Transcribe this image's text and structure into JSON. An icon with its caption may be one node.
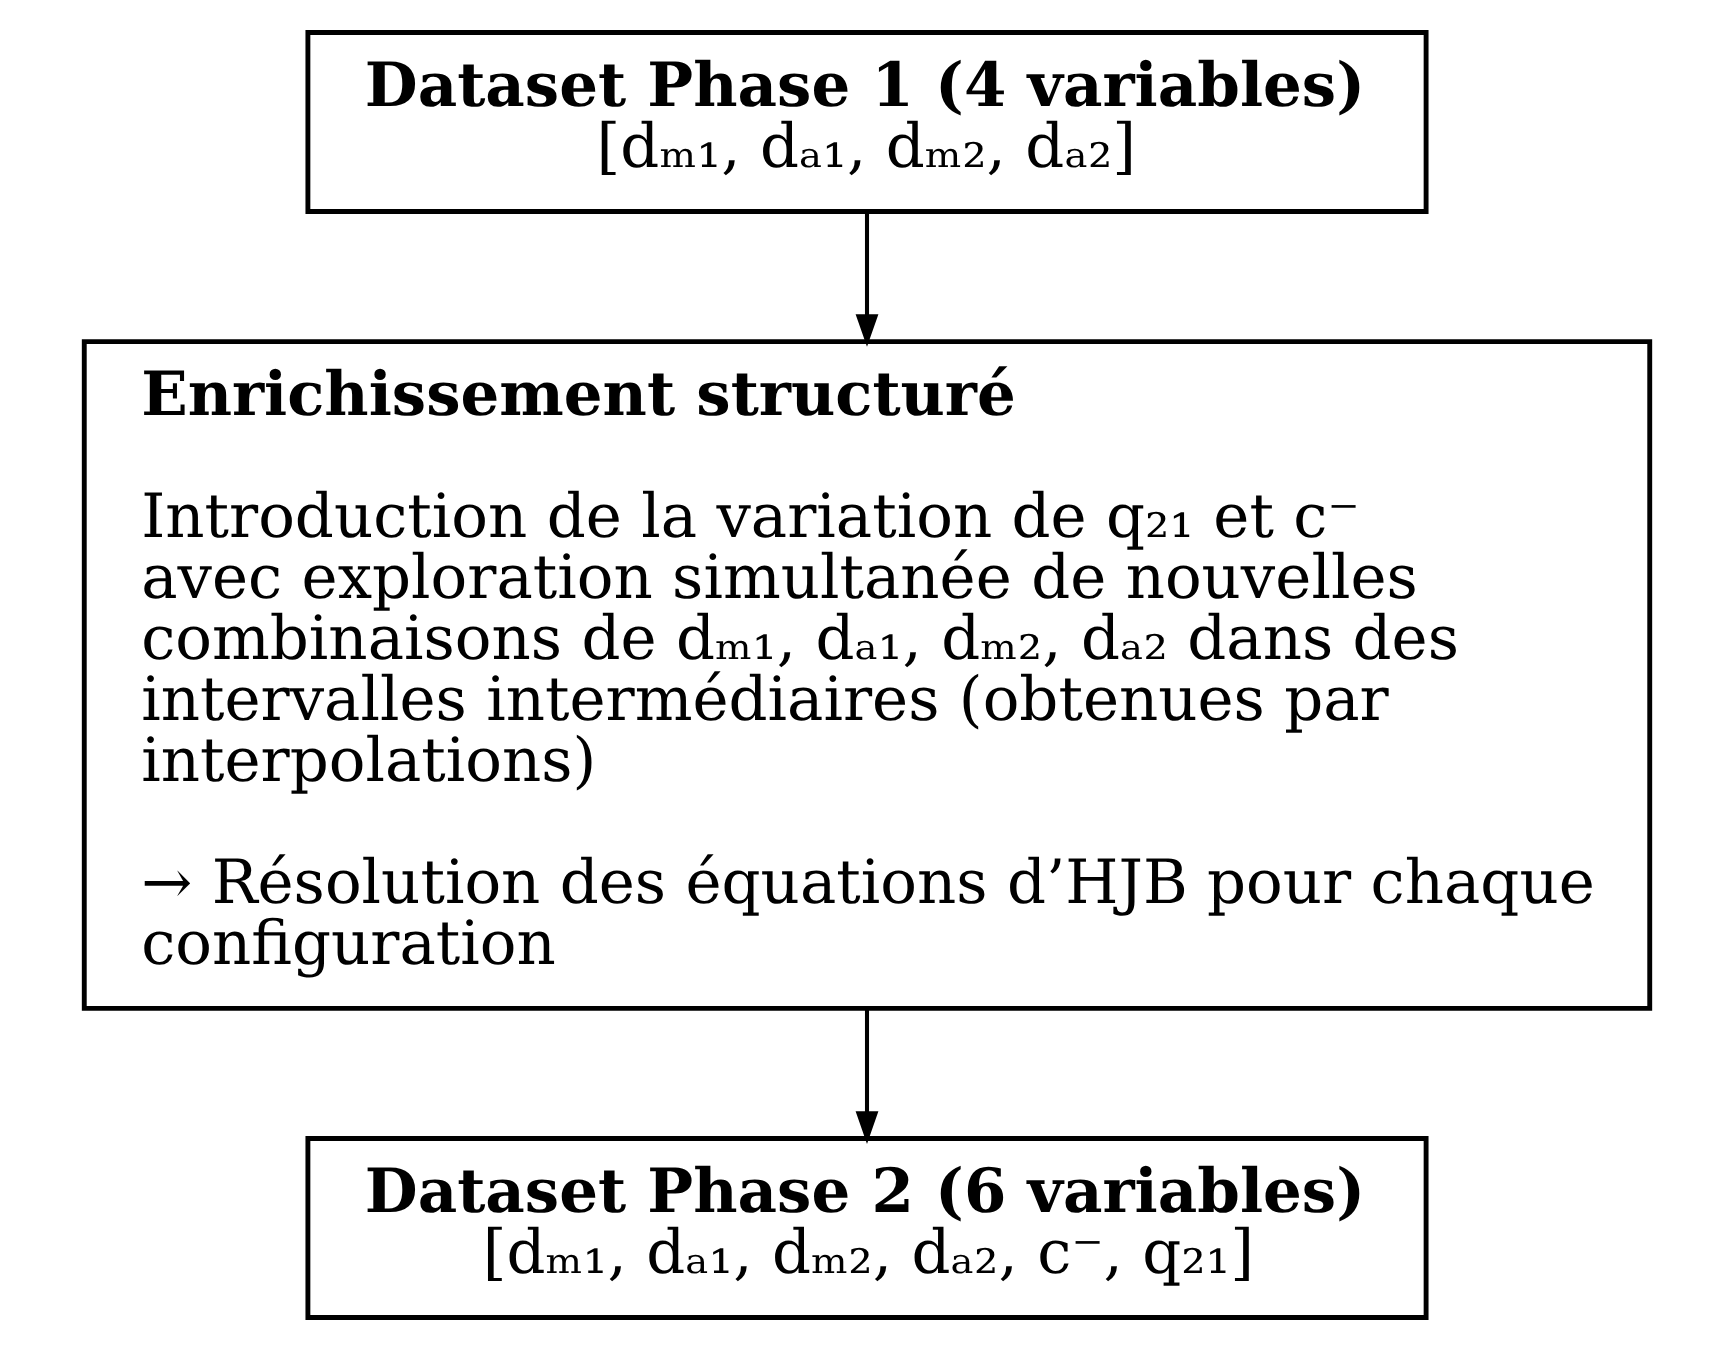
{
  "diagram": {
    "nodes": [
      {
        "text": [
          "Dataset Phase 1 (4 variables)",
          "[dₘ₁, dₐ₁, dₘ₂, dₐ₂]"
        ]
      },
      {
        "text": [
          "Enrichissement structuré",
          "Introduction de la variation de q₂₁ et c⁻ avec exploration simultanée de nouvelles combinaisons de dₘ₁, dₐ₁, dₘ₂, dₐ₂ dans des intervalles intermédiaires (obtenues par interpolations)",
          "→ Résolution des équations d’HJB pour chaque configuration"
        ]
      },
      {
        "text": [
          "Dataset Phase 2 (6 variables)",
          "[dₘ₁, dₐ₁, dₘ₂, dₐ₂, c⁻, q₂₁]"
        ]
      }
    ],
    "edges": [
      {
        "from": 0,
        "to": 1,
        "arrow": "to"
      },
      {
        "from": 1,
        "to": 2,
        "arrow": "to"
      }
    ]
  }
}
